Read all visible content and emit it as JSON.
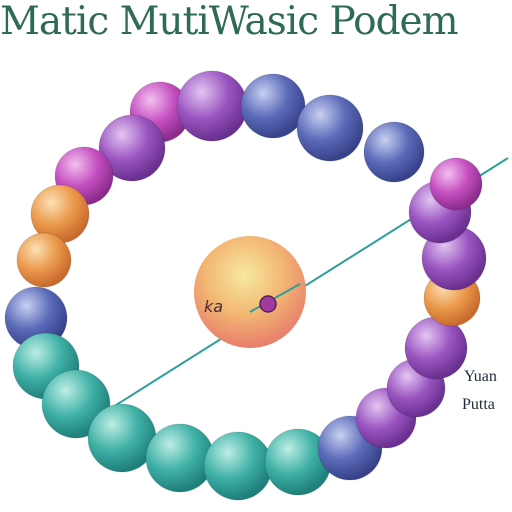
{
  "title": "Matic MutiWasic Podem",
  "side_labels": [
    "Yuan",
    "Putta"
  ],
  "nucleus_text": "ka",
  "colors": {
    "title": "#2f6a55",
    "line": "#2e9f9a",
    "teal": "#3fb1a6",
    "blue": "#5a6bb8",
    "purple": "#9a55c0",
    "magenta": "#c44fc0",
    "orange": "#eb9a4c",
    "nucleus_center": "#f6e08a",
    "nucleus_edge": "#ec7d6f"
  }
}
